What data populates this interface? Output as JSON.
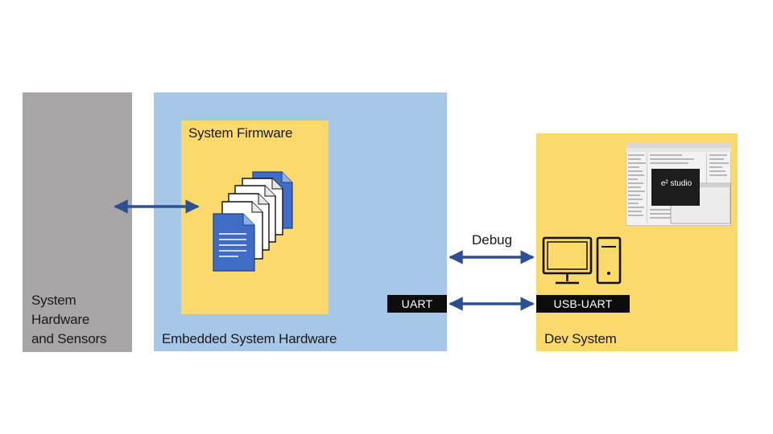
{
  "blocks": {
    "system_hardware": "System\nHardware\nand Sensors",
    "embedded_hardware": "Embedded System Hardware",
    "system_firmware": "System Firmware",
    "dev_system": "Dev System"
  },
  "ports": {
    "uart": "UART",
    "usb_uart": "USB-UART"
  },
  "links": {
    "debug": "Debug"
  },
  "ide_screenshot": {
    "title": "e² studio"
  },
  "colors": {
    "gray_block": "#a9a4a6",
    "blue_block": "#a7c7e8",
    "yellow_block": "#fbd96b",
    "arrow": "#2e4f91",
    "document_blue": "#3f6dc6"
  }
}
